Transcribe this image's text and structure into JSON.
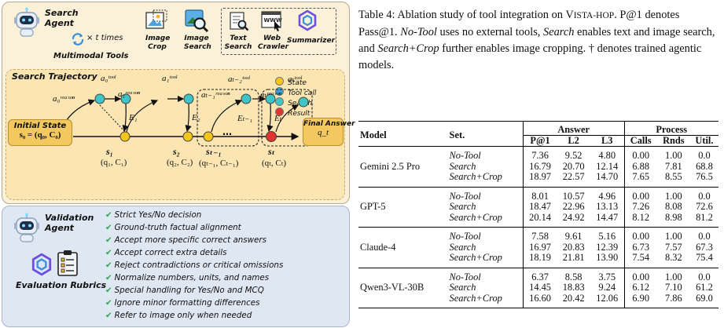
{
  "figure": {
    "search_agent_label": "Search Agent",
    "loop_label": "× t times",
    "multimodal_tools_label": "Multimodal Tools",
    "tools": [
      {
        "name": "Image Crop",
        "icon": "image-crop-icon"
      },
      {
        "name": "Image Search",
        "icon": "image-search-icon"
      },
      {
        "name": "Text Search",
        "icon": "text-search-icon"
      },
      {
        "name": "Web Crawler",
        "icon": "web-crawler-icon"
      },
      {
        "name": "Summarizer",
        "icon": "summarizer-icon"
      }
    ],
    "trajectory_title": "Search Trajectory",
    "legend": [
      {
        "label": "State",
        "color": "#f5c518"
      },
      {
        "label": "Tool call",
        "color": "#3a9fd6"
      },
      {
        "label": "Search",
        "color": "#3ec6c6"
      },
      {
        "label": "Result",
        "color": "#e0342f"
      }
    ],
    "initial_state_label": "Initial State",
    "initial_state_formula": "s₀ = (q₀, C₀)",
    "final_answer_label": "Final Answer",
    "final_answer_var": "q_t",
    "states": [
      {
        "name": "s₁",
        "tuple": "(q₁, C₁)"
      },
      {
        "name": "s₂",
        "tuple": "(q₂, C₂)"
      },
      {
        "name": "sₜ₋₁",
        "tuple": "(qₜ₋₁, Cₜ₋₁)"
      },
      {
        "name": "sₜ",
        "tuple": "(qₜ, Cₜ)"
      }
    ],
    "ellipsis": "…",
    "reason_labels": [
      "a₀ʳᵉᵃˢᵒⁿ",
      "a₁ʳᵉᵃˢᵒⁿ",
      "aₜ₋₁ʳᵉᵃˢᵒⁿ",
      "aₜʳᵉᵃˢᵒⁿ"
    ],
    "tool_labels": [
      "a₀ᵗᵒᵒˡ",
      "a₁ᵗᵒᵒˡ",
      "aₜ₋₂ᵗᵒᵒˡ",
      "aₜᵗᵒᵒˡ"
    ],
    "evidence_labels": [
      "E₁",
      "E₂",
      "Eₜ₋₁",
      "Eₜ"
    ],
    "validation_agent_label": "Validation Agent",
    "evaluation_rubrics_label": "Evaluation Rubrics",
    "rubrics": [
      "Strict Yes/No decision",
      "Ground-truth factual alignment",
      "Accept more specific correct answers",
      "Accept correct extra details",
      "Reject contradictions or critical omissions",
      "Normalize numbers, units, and names",
      "Special handling for Yes/No and MCQ",
      "Ignore minor formatting differences",
      "Refer to image only when needed"
    ]
  },
  "caption": {
    "part1": "Table 4: Ablation study of tool integration on V",
    "smallcaps": "ISTA-HOP",
    "part2": ". P@1 denotes Pass@1. ",
    "notool": "No-Tool",
    "part3": " uses no external tools, ",
    "search": "Search",
    "part4": " enables text and image search, and ",
    "searchcrop": "Search+Crop",
    "part5": " further enables image cropping. † denotes trained agentic models."
  },
  "table": {
    "headers": {
      "model": "Model",
      "setting": "Set.",
      "answer_group": "Answer",
      "process_group": "Process",
      "answer_cols": [
        "P@1",
        "L2",
        "L3"
      ],
      "process_cols": [
        "Calls",
        "Rnds",
        "Util."
      ]
    },
    "rows": [
      {
        "model": "Gemini 2.5 Pro",
        "sets": [
          {
            "set": "No-Tool",
            "answer": [
              "7.36",
              "9.52",
              "4.80"
            ],
            "process": [
              "0.00",
              "1.00",
              "0.0"
            ]
          },
          {
            "set": "Search",
            "answer": [
              "16.79",
              "20.70",
              "12.14"
            ],
            "process": [
              "6.88",
              "7.81",
              "68.8"
            ]
          },
          {
            "set": "Search+Crop",
            "answer": [
              "18.97",
              "22.57",
              "14.70"
            ],
            "process": [
              "7.65",
              "8.55",
              "76.5"
            ]
          }
        ]
      },
      {
        "model": "GPT-5",
        "sets": [
          {
            "set": "No-Tool",
            "answer": [
              "8.01",
              "10.57",
              "4.96"
            ],
            "process": [
              "0.00",
              "1.00",
              "0.0"
            ]
          },
          {
            "set": "Search",
            "answer": [
              "18.47",
              "22.96",
              "13.13"
            ],
            "process": [
              "7.26",
              "8.08",
              "72.6"
            ]
          },
          {
            "set": "Search+Crop",
            "answer": [
              "20.14",
              "24.92",
              "14.47"
            ],
            "process": [
              "8.12",
              "8.98",
              "81.2"
            ]
          }
        ]
      },
      {
        "model": "Claude-4",
        "sets": [
          {
            "set": "No-Tool",
            "answer": [
              "7.58",
              "9.61",
              "5.16"
            ],
            "process": [
              "0.00",
              "1.00",
              "0.0"
            ]
          },
          {
            "set": "Search",
            "answer": [
              "16.97",
              "20.83",
              "12.39"
            ],
            "process": [
              "6.73",
              "7.57",
              "67.3"
            ]
          },
          {
            "set": "Search+Crop",
            "answer": [
              "18.19",
              "21.81",
              "13.90"
            ],
            "process": [
              "7.54",
              "8.32",
              "75.4"
            ]
          }
        ]
      },
      {
        "model": "Qwen3-VL-30B",
        "sets": [
          {
            "set": "No-Tool",
            "answer": [
              "6.37",
              "8.58",
              "3.75"
            ],
            "process": [
              "0.00",
              "1.00",
              "0.0"
            ]
          },
          {
            "set": "Search",
            "answer": [
              "14.45",
              "18.83",
              "9.24"
            ],
            "process": [
              "6.12",
              "7.10",
              "61.2"
            ]
          },
          {
            "set": "Search+Crop",
            "answer": [
              "16.60",
              "20.42",
              "12.06"
            ],
            "process": [
              "6.90",
              "7.86",
              "69.0"
            ]
          }
        ]
      }
    ]
  }
}
